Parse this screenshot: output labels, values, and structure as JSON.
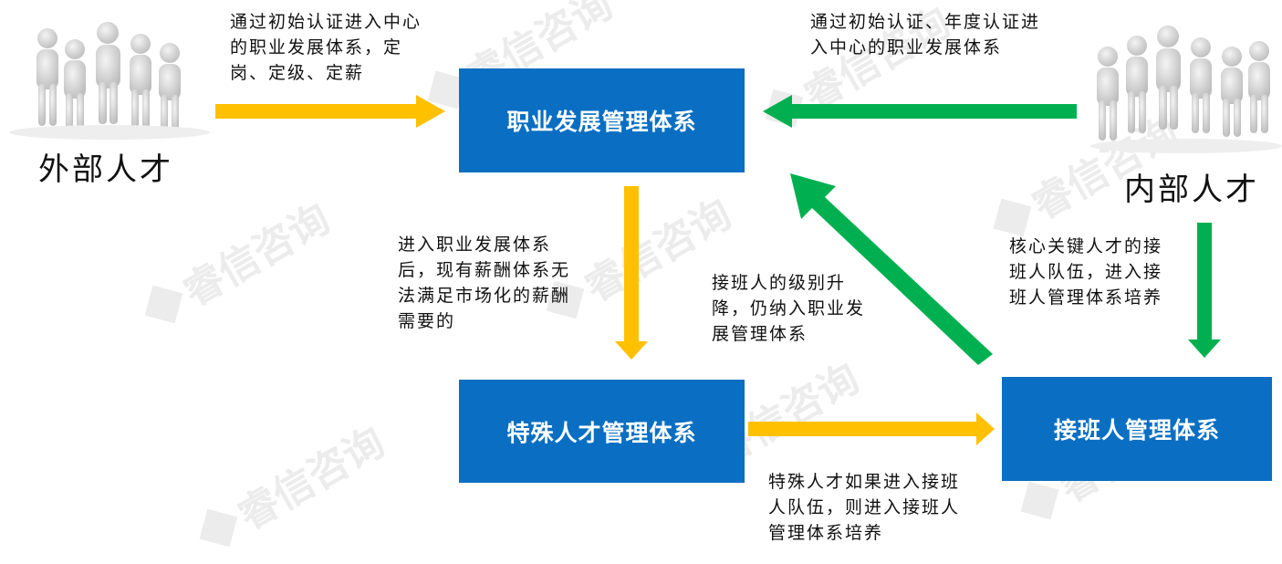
{
  "people": {
    "external_label": "外部人才",
    "internal_label": "内部人才"
  },
  "boxes": {
    "career": "职业发展管理体系",
    "special": "特殊人才管理体系",
    "successor": "接班人管理体系"
  },
  "notes": {
    "external_to_career": "通过初始认证进入中心的职业发展体系，定岗、定级、定薪",
    "internal_to_career": "通过初始认证、年度认证进入中心的职业发展体系",
    "career_to_special": "进入职业发展体系后，现有薪酬体系无法满足市场化的薪酬需要的",
    "successor_to_career": "接班人的级别升降，仍纳入职业发展管理体系",
    "internal_to_successor": "核心关键人才的接班人队伍，进入接班人管理体系培养",
    "special_to_successor": "特殊人才如果进入接班人队伍，则进入接班人管理体系培养"
  },
  "watermark": "睿信咨询",
  "colors": {
    "box_fill": "#0a6fc2",
    "arrow_yellow": "#ffc000",
    "arrow_green": "#00b050",
    "figure": "#d9d9d9"
  },
  "icons": {
    "people_group": "people-group-icon"
  }
}
